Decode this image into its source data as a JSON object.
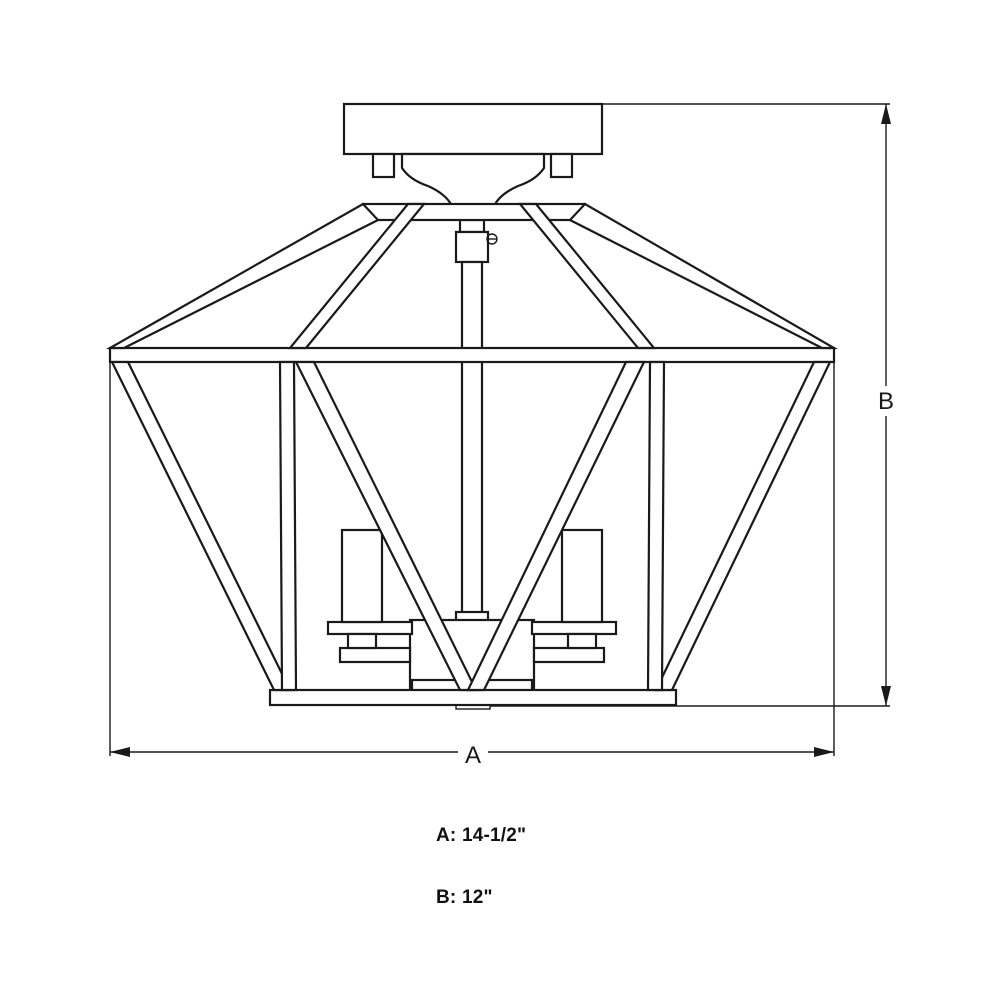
{
  "dimension_labels": {
    "a": "A",
    "b": "B"
  },
  "specs": [
    {
      "label": "A:",
      "value": "14-1/2\""
    },
    {
      "label": "B:",
      "value": "12\""
    }
  ]
}
